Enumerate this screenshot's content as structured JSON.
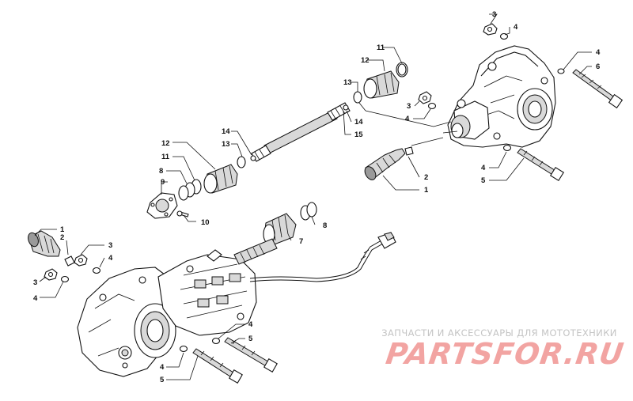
{
  "callouts": [
    {
      "id": "c-11a",
      "text": "11"
    },
    {
      "id": "c-12a",
      "text": "12"
    },
    {
      "id": "c-13a",
      "text": "13"
    },
    {
      "id": "c-14a",
      "text": "14"
    },
    {
      "id": "c-15",
      "text": "15"
    },
    {
      "id": "c-14b",
      "text": "14"
    },
    {
      "id": "c-13b",
      "text": "13"
    },
    {
      "id": "c-12b",
      "text": "12"
    },
    {
      "id": "c-11b",
      "text": "11"
    },
    {
      "id": "c-8a",
      "text": "8"
    },
    {
      "id": "c-9",
      "text": "9"
    },
    {
      "id": "c-10",
      "text": "10"
    },
    {
      "id": "c-8b",
      "text": "8"
    },
    {
      "id": "c-7",
      "text": "7"
    },
    {
      "id": "c-3a",
      "text": "3"
    },
    {
      "id": "c-4a",
      "text": "4"
    },
    {
      "id": "c-4b",
      "text": "4"
    },
    {
      "id": "c-6",
      "text": "6"
    },
    {
      "id": "c-3b",
      "text": "3"
    },
    {
      "id": "c-4c",
      "text": "4"
    },
    {
      "id": "c-2a",
      "text": "2"
    },
    {
      "id": "c-1a",
      "text": "1"
    },
    {
      "id": "c-4d",
      "text": "4"
    },
    {
      "id": "c-5a",
      "text": "5"
    },
    {
      "id": "c-1b",
      "text": "1"
    },
    {
      "id": "c-2b",
      "text": "2"
    },
    {
      "id": "c-3c",
      "text": "3"
    },
    {
      "id": "c-4e",
      "text": "4"
    },
    {
      "id": "c-3d",
      "text": "3"
    },
    {
      "id": "c-4f",
      "text": "4"
    },
    {
      "id": "c-4g",
      "text": "4"
    },
    {
      "id": "c-5b",
      "text": "5"
    },
    {
      "id": "c-4h",
      "text": "4"
    },
    {
      "id": "c-5c",
      "text": "5"
    }
  ],
  "watermark": {
    "tagline": "ЗАПЧАСТИ И АКСЕССУАРЫ ДЛЯ МОТОТЕХНИКИ",
    "logo": "PARTSFOR.RU",
    "logo_color": "#f2a4a2",
    "tagline_color": "#c4c4c4"
  }
}
